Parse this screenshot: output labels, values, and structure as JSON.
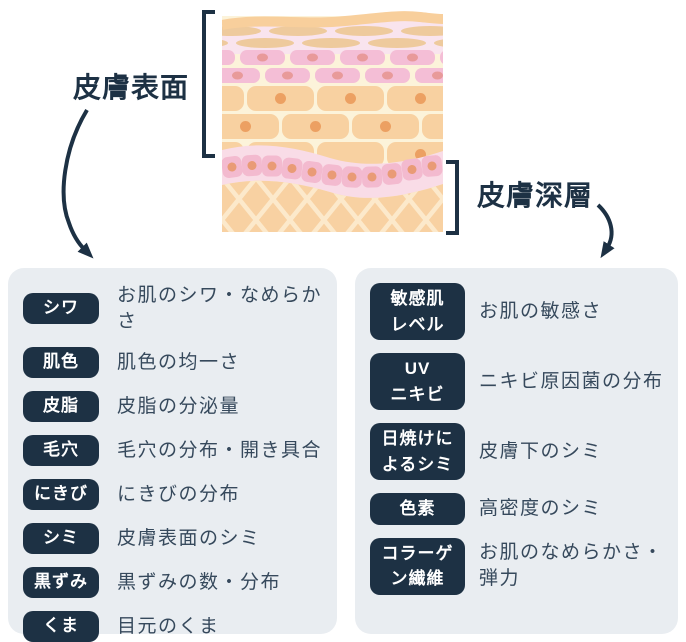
{
  "diagram": {
    "surface_label": "皮膚表面",
    "deep_label": "皮膚深層",
    "illustration": "skin cross-section: epidermis cell layers over dermis with collagen lattice"
  },
  "surface_panel": {
    "items": [
      {
        "badge": "シワ",
        "desc": "お肌のシワ・なめらかさ"
      },
      {
        "badge": "肌色",
        "desc": "肌色の均一さ"
      },
      {
        "badge": "皮脂",
        "desc": "皮脂の分泌量"
      },
      {
        "badge": "毛穴",
        "desc": "毛穴の分布・開き具合"
      },
      {
        "badge": "にきび",
        "desc": "にきびの分布"
      },
      {
        "badge": "シミ",
        "desc": "皮膚表面のシミ"
      },
      {
        "badge": "黒ずみ",
        "desc": "黒ずみの数・分布"
      },
      {
        "badge": "くま",
        "desc": "目元のくま"
      }
    ]
  },
  "deep_panel": {
    "items": [
      {
        "badge": "敏感肌\nレベル",
        "desc": "お肌の敏感さ"
      },
      {
        "badge": "UV\nニキビ",
        "desc": "ニキビ原因菌の分布"
      },
      {
        "badge": "日焼けに\nよるシミ",
        "desc": "皮膚下のシミ"
      },
      {
        "badge": "色素",
        "desc": "高密度のシミ"
      },
      {
        "badge": "コラーゲ\nン繊維",
        "desc": "お肌のなめらかさ・弾力"
      }
    ]
  },
  "colors": {
    "navy": "#1d3144",
    "panel_bg": "#e9edf1",
    "desc_text": "#36495c",
    "badge_text": "#ffffff",
    "skin_cream": "#fcf3da",
    "skin_orange_band": "#f8cf9c",
    "skin_pink_layer": "#f9e4ee",
    "skin_tan_cell": "#f8d1a1",
    "skin_pink_cell": "#f4bed6",
    "dermis": "#f8d1a2"
  }
}
